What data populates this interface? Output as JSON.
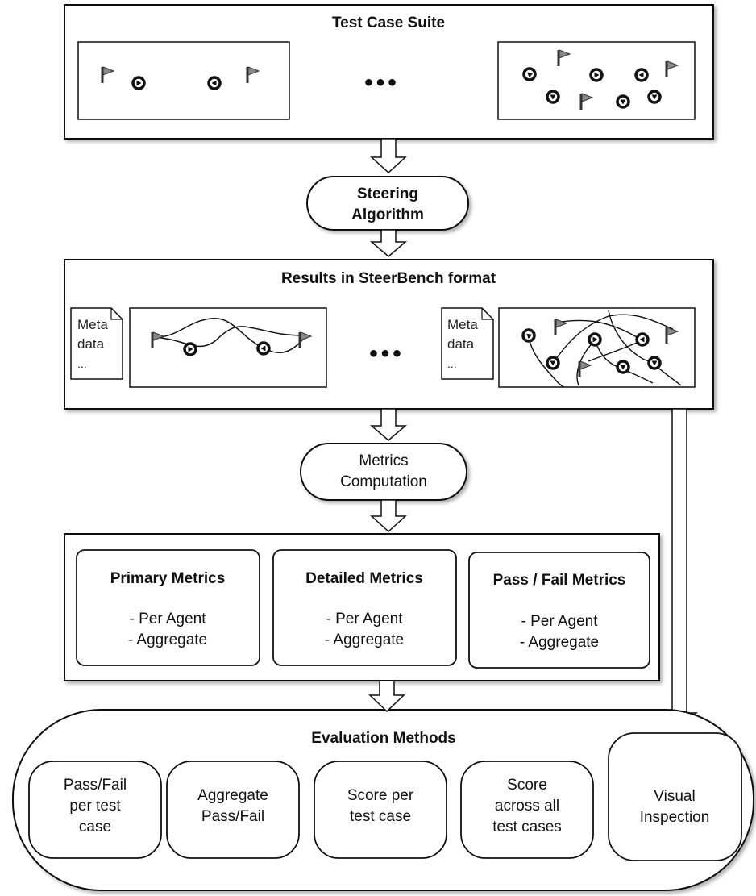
{
  "test_suite": {
    "title": "Test Case Suite",
    "ellipsis": "•••"
  },
  "steering": {
    "line1": "Steering",
    "line2": "Algorithm"
  },
  "results": {
    "title": "Results in SteerBench format",
    "ellipsis": "•••",
    "meta_left": {
      "line1": "Meta",
      "line2": "data",
      "line3": "..."
    },
    "meta_right": {
      "line1": "Meta",
      "line2": "data",
      "line3": "..."
    }
  },
  "metrics_computation": {
    "line1": "Metrics",
    "line2": "Computation"
  },
  "metrics": [
    {
      "title": "Primary Metrics",
      "item1": "- Per Agent",
      "item2": "- Aggregate"
    },
    {
      "title": "Detailed Metrics",
      "item1": "- Per Agent",
      "item2": "- Aggregate"
    },
    {
      "title": "Pass / Fail Metrics",
      "item1": "- Per Agent",
      "item2": "- Aggregate"
    }
  ],
  "evaluation": {
    "title": "Evaluation Methods",
    "methods": [
      {
        "lines": [
          "Pass/Fail",
          "per test",
          "case"
        ]
      },
      {
        "lines": [
          "Aggregate",
          "Pass/Fail"
        ]
      },
      {
        "lines": [
          "Score per",
          "test case"
        ]
      },
      {
        "lines": [
          "Score",
          "across all",
          "test cases"
        ]
      },
      {
        "lines": [
          "Visual",
          "Inspection"
        ]
      }
    ]
  }
}
